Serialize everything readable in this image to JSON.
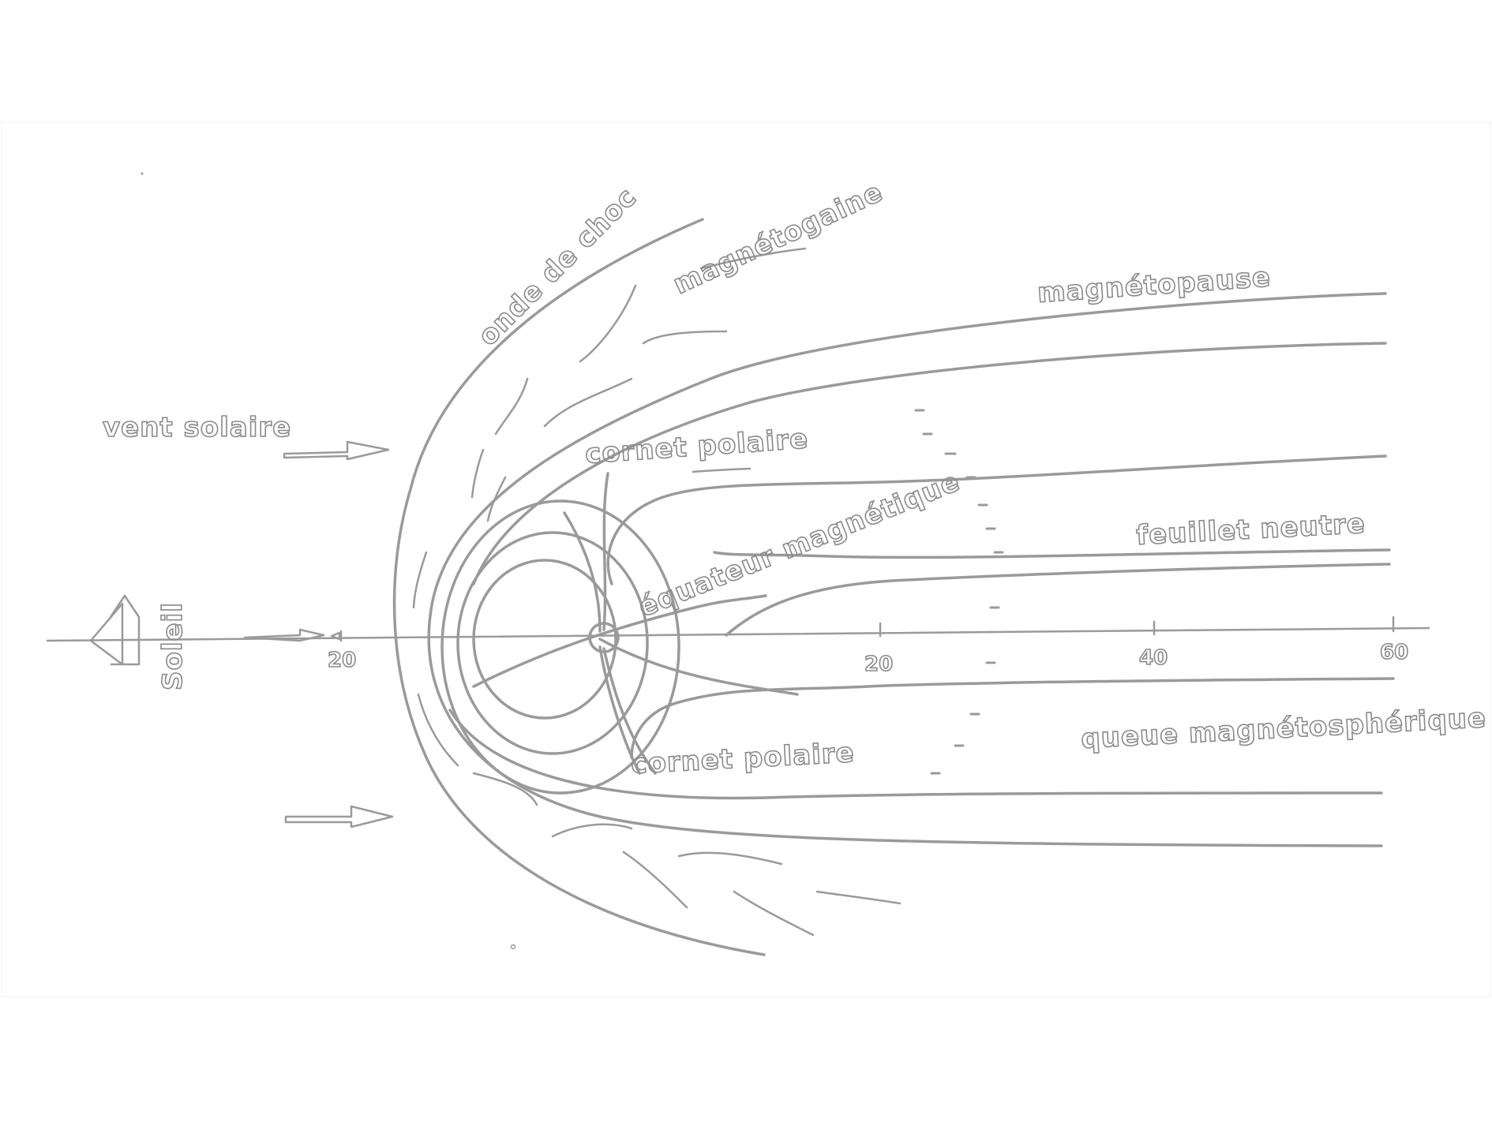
{
  "labels": {
    "solar_wind": "vent solaire",
    "shock_wave": "onde de choc",
    "magnetosheath": "magnétogaine",
    "magnetopause": "magnétopause",
    "polar_cusp_top": "cornet polaire",
    "polar_cusp_bottom": "cornet polaire",
    "magnetic_equator": "équateur magnétique",
    "neutral_sheet": "feuillet neutre",
    "magnetotail": "queue magnétosphérique",
    "sun": "Soleil"
  },
  "axis": {
    "ticks": [
      "20",
      "20",
      "40",
      "60"
    ]
  },
  "colors": {
    "stroke": "#9a9a9a",
    "background": "#ffffff"
  }
}
